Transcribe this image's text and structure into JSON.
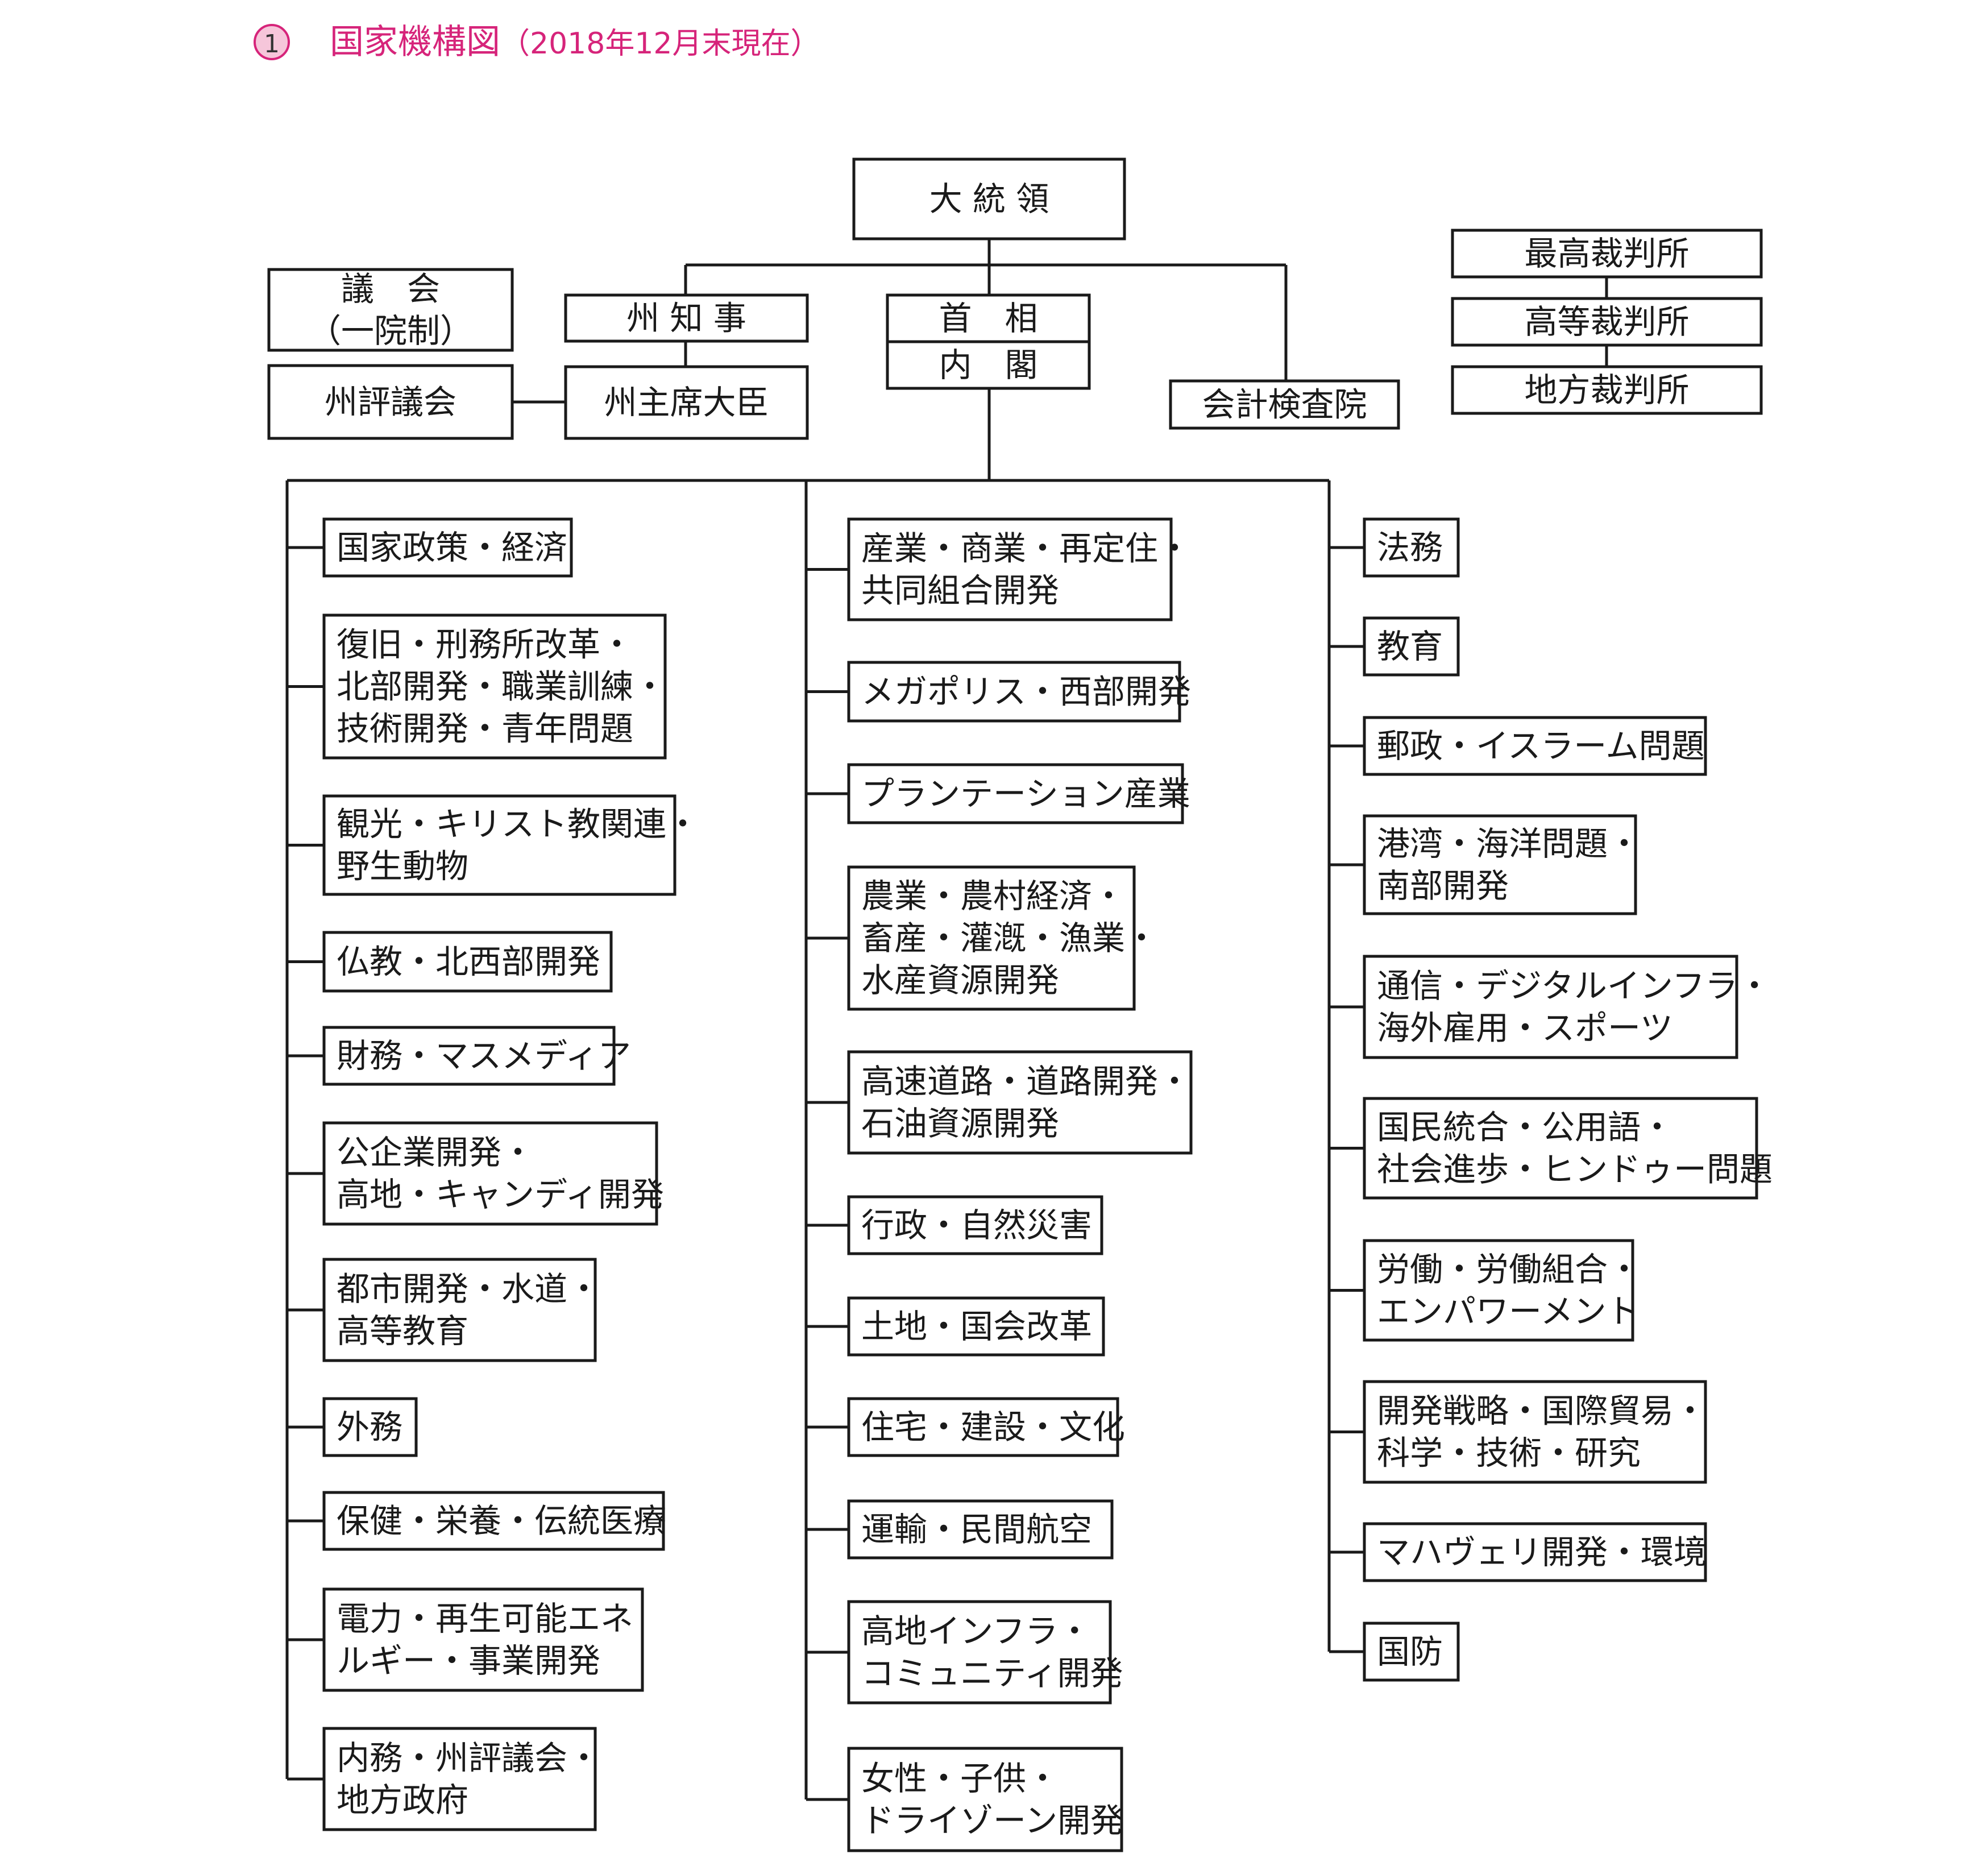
{
  "title": {
    "number": "1",
    "text": "国家機構図",
    "note": "（2018年12月末現在）",
    "color": "#d6247a"
  },
  "nodes": {
    "president": [
      "大 統 領"
    ],
    "parliament": [
      "議　会",
      "（一院制）"
    ],
    "provincial_council": [
      "州評議会"
    ],
    "governor": [
      "州 知 事"
    ],
    "chief_minister": [
      "州主席大臣"
    ],
    "prime_minister": [
      "首　相"
    ],
    "cabinet": [
      "内　閣"
    ],
    "audit": [
      "会計検査院"
    ],
    "supreme_court": [
      "最高裁判所"
    ],
    "high_court": [
      "高等裁判所"
    ],
    "district_court": [
      "地方裁判所"
    ]
  },
  "ministries_left": [
    [
      "国家政策・経済"
    ],
    [
      "復旧・刑務所改革・",
      "北部開発・職業訓練・",
      "技術開発・青年問題"
    ],
    [
      "観光・キリスト教関連・",
      "野生動物"
    ],
    [
      "仏教・北西部開発"
    ],
    [
      "財務・マスメディア"
    ],
    [
      "公企業開発・",
      "高地・キャンディ開発"
    ],
    [
      "都市開発・水道・",
      "高等教育"
    ],
    [
      "外務"
    ],
    [
      "保健・栄養・伝統医療"
    ],
    [
      "電力・再生可能エネ",
      "ルギー・事業開発"
    ],
    [
      "内務・州評議会・",
      "地方政府"
    ]
  ],
  "ministries_middle": [
    [
      "産業・商業・再定住・",
      "共同組合開発"
    ],
    [
      "メガポリス・西部開発"
    ],
    [
      "プランテーション産業"
    ],
    [
      "農業・農村経済・",
      "畜産・灌漑・漁業・",
      "水産資源開発"
    ],
    [
      "高速道路・道路開発・",
      "石油資源開発"
    ],
    [
      "行政・自然災害"
    ],
    [
      "土地・国会改革"
    ],
    [
      "住宅・建設・文化"
    ],
    [
      "運輸・民間航空"
    ],
    [
      "高地インフラ・",
      "コミュニティ開発"
    ],
    [
      "女性・子供・",
      "ドライゾーン開発"
    ]
  ],
  "ministries_right": [
    [
      "法務"
    ],
    [
      "教育"
    ],
    [
      "郵政・イスラーム問題"
    ],
    [
      "港湾・海洋問題・",
      "南部開発"
    ],
    [
      "通信・デジタルインフラ・",
      "海外雇用・スポーツ"
    ],
    [
      "国民統合・公用語・",
      "社会進歩・ヒンドゥー問題"
    ],
    [
      "労働・労働組合・",
      "エンパワーメント"
    ],
    [
      "開発戦略・国際貿易・",
      "科学・技術・研究"
    ],
    [
      "マハヴェリ開発・環境"
    ],
    [
      "国防"
    ]
  ]
}
